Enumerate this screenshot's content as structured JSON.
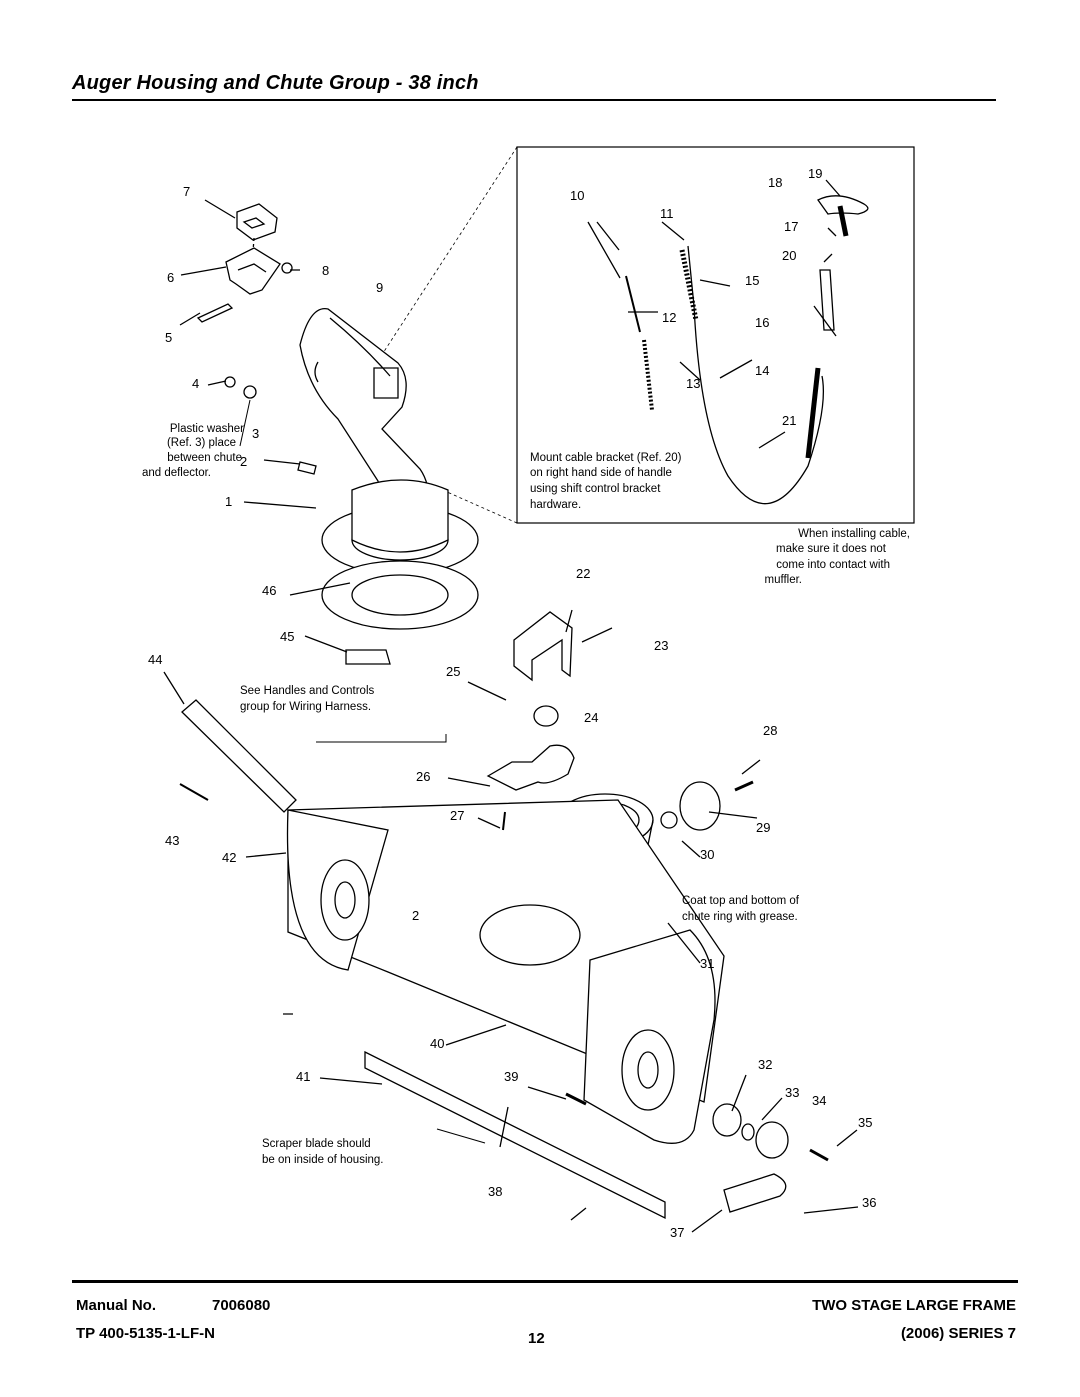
{
  "page": {
    "title": "Auger Housing and Chute Group - 38 inch"
  },
  "notes": {
    "plastic_washer": [
      "Plastic washer",
      "(Ref. 3) place",
      "between chute",
      "and deflector."
    ],
    "mount_cable": [
      "Mount cable bracket (Ref. 20)",
      "on right hand side of handle",
      "using shift control bracket",
      "hardware."
    ],
    "installing_cable": [
      "When installing cable,",
      "make sure it does not",
      "come into contact with",
      "muffler."
    ],
    "wiring": [
      "See Handles and Controls",
      "group for Wiring Harness."
    ],
    "grease": [
      "Coat top and bottom of",
      "chute ring with grease."
    ],
    "scraper": [
      "Scraper blade should",
      "be on inside of housing."
    ]
  },
  "callouts": [
    "1",
    "2",
    "3",
    "4",
    "5",
    "6",
    "7",
    "8",
    "9",
    "10",
    "11",
    "12",
    "13",
    "14",
    "15",
    "16",
    "17",
    "18",
    "19",
    "20",
    "21",
    "22",
    "23",
    "24",
    "25",
    "26",
    "27",
    "28",
    "29",
    "30",
    "31",
    "32",
    "33",
    "34",
    "35",
    "36",
    "37",
    "38",
    "39",
    "40",
    "41",
    "42",
    "43",
    "44",
    "45",
    "46"
  ],
  "footer": {
    "manual_label": "Manual No.",
    "manual_number": "7006080",
    "tp_number": "TP 400-5135-1-LF-N",
    "page_number": "12",
    "frame": "TWO STAGE LARGE FRAME",
    "series": "(2006) SERIES 7"
  }
}
